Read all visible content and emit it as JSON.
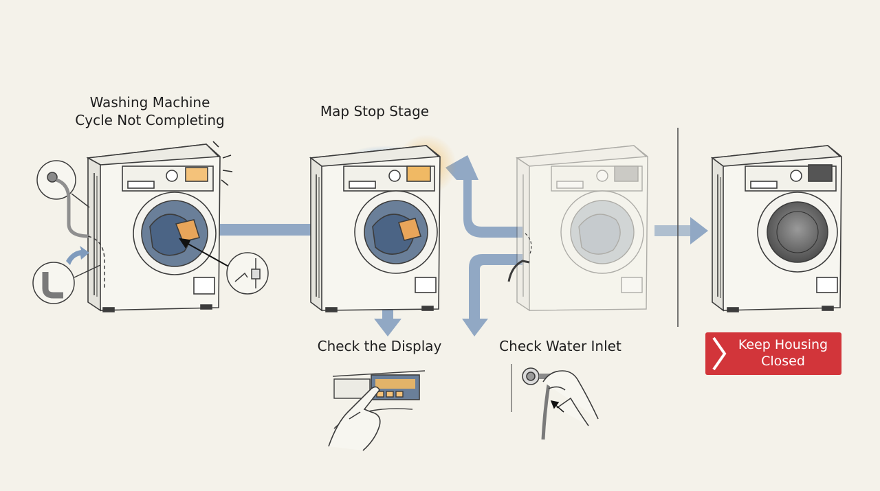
{
  "labels": {
    "title_line1": "Washing Machine",
    "title_line2": "Cycle Not Completing",
    "map_stage": "Map Stop Stage",
    "check_display": "Check the Display",
    "check_inlet": "Check Water Inlet",
    "keep_closed_line1": "Keep Housing",
    "keep_closed_line2": "Closed"
  },
  "colors": {
    "background": "#f4f2ea",
    "flow_arrow": "#7f9bbd",
    "highlight": "#f3b44b",
    "badge": "#d2353a",
    "line": "#4a4a4a"
  },
  "icons": [
    "washing-machine-icon",
    "hand-icon",
    "faucet-icon",
    "pipe-icon",
    "arrow-icon",
    "chevron-icon"
  ]
}
